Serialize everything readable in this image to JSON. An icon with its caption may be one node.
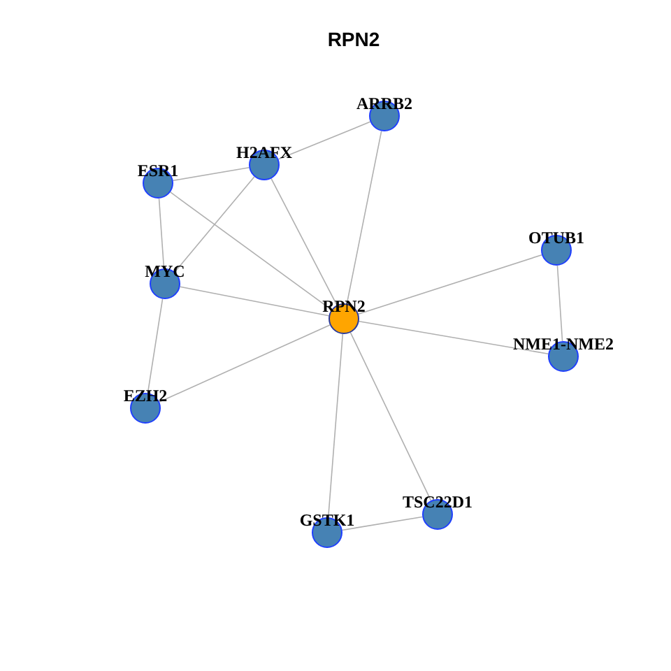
{
  "diagram": {
    "title": "RPN2",
    "nodes": [
      {
        "text": [
          "ARRB2"
        ]
      },
      {
        "text": [
          "H2AFX"
        ]
      },
      {
        "text": [
          "ESR1"
        ]
      },
      {
        "text": [
          "OTUB1"
        ]
      },
      {
        "text": [
          "MYC"
        ]
      },
      {
        "text": [
          "RPN2"
        ]
      },
      {
        "text": [
          "NME1-NME2"
        ]
      },
      {
        "text": [
          "EZH2"
        ]
      },
      {
        "text": [
          "TSC22D1"
        ]
      },
      {
        "text": [
          "GSTK1"
        ]
      }
    ],
    "edges": [
      {
        "from": 0,
        "to": 1,
        "arrow": "none"
      },
      {
        "from": 0,
        "to": 5,
        "arrow": "none"
      },
      {
        "from": 1,
        "to": 2,
        "arrow": "none"
      },
      {
        "from": 1,
        "to": 4,
        "arrow": "none"
      },
      {
        "from": 1,
        "to": 5,
        "arrow": "none"
      },
      {
        "from": 2,
        "to": 4,
        "arrow": "none"
      },
      {
        "from": 2,
        "to": 5,
        "arrow": "none"
      },
      {
        "from": 4,
        "to": 5,
        "arrow": "none"
      },
      {
        "from": 4,
        "to": 7,
        "arrow": "none"
      },
      {
        "from": 7,
        "to": 5,
        "arrow": "none"
      },
      {
        "from": 5,
        "to": 3,
        "arrow": "none"
      },
      {
        "from": 5,
        "to": 6,
        "arrow": "none"
      },
      {
        "from": 3,
        "to": 6,
        "arrow": "none"
      },
      {
        "from": 5,
        "to": 9,
        "arrow": "none"
      },
      {
        "from": 5,
        "to": 8,
        "arrow": "none"
      },
      {
        "from": 9,
        "to": 8,
        "arrow": "none"
      }
    ]
  }
}
